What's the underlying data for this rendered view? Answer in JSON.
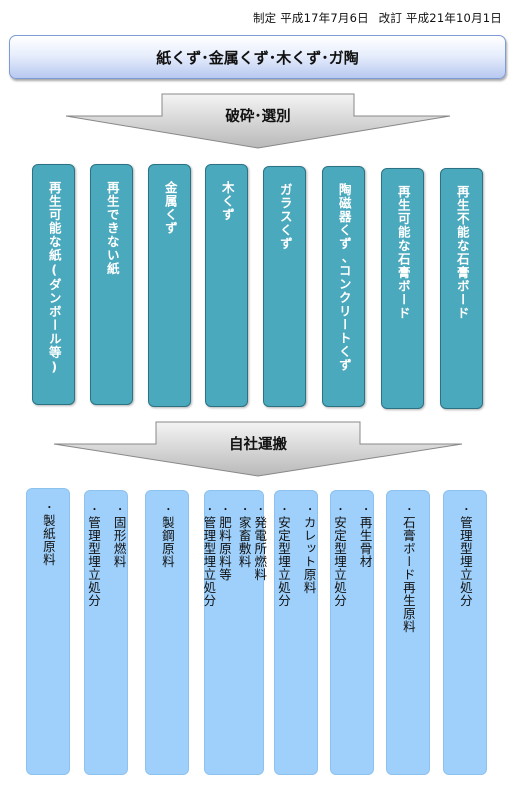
{
  "header": {
    "established": "制定 平成17年7月6日",
    "revised": "改訂 平成21年10月1日"
  },
  "title": "紙くず･金属くず･木くず･ガ陶",
  "arrows": [
    {
      "label": "破砕･選別"
    },
    {
      "label": "自社運搬"
    }
  ],
  "sorted_items": [
    "再生可能な紙(ダンボール等)",
    "再生できない紙",
    "金属くず",
    "木くず",
    "ガラスくず",
    "陶磁器くず､コンクリートくず",
    "再生可能な石膏ボード",
    "再生不能な石膏ボード"
  ],
  "destinations": [
    [
      "･製紙原料"
    ],
    [
      "･固形燃料",
      "･管理型埋立処分"
    ],
    [
      "･製鋼原料"
    ],
    [
      "･発電所燃料",
      "･家畜敷料",
      "･肥料原料等",
      "･管理型埋立処分"
    ],
    [
      "･カレット原料",
      "･安定型埋立処分"
    ],
    [
      "･再生骨材",
      "･安定型埋立処分"
    ],
    [
      "･石膏ボード再生原料"
    ],
    [
      "･管理型埋立処分"
    ]
  ],
  "colors": {
    "sorted_box": "#4aa9bd",
    "destination_box": "#9fd0fb",
    "title_bar": "#cfdcf6"
  }
}
